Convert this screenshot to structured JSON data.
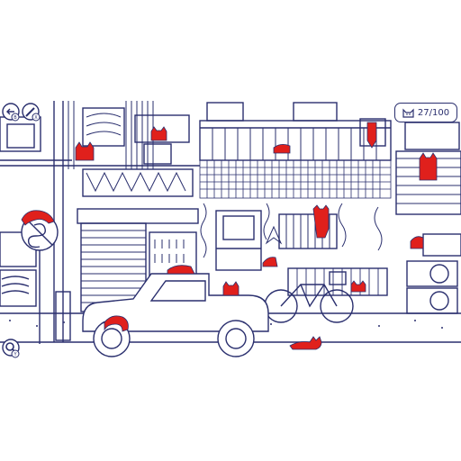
{
  "hud": {
    "cats_found": "27/100",
    "counter_icon": "cat-face-icon",
    "top_left_buttons": [
      {
        "icon": "back-arrow-icon",
        "badge": "B"
      },
      {
        "icon": "magic-wand-icon",
        "badge": "X"
      }
    ],
    "bottom_left_button": {
      "icon": "magnifier-icon",
      "badge": "Y"
    }
  },
  "scene": {
    "line_color": "#2a2f6e",
    "cat_color": "#e0201c",
    "background": "#ffffff",
    "road_sign_icon": "no-parking-sign-icon"
  },
  "cats": [
    {
      "name": "cat-on-shelf"
    },
    {
      "name": "cat-on-balcony-plant"
    },
    {
      "name": "cat-hanging-lantern"
    },
    {
      "name": "cat-on-roof-right"
    },
    {
      "name": "cat-on-sign"
    },
    {
      "name": "cat-on-wall-vine"
    },
    {
      "name": "cat-on-shutter-box"
    },
    {
      "name": "cat-in-car"
    },
    {
      "name": "cat-on-car-wheel"
    },
    {
      "name": "cat-on-road"
    },
    {
      "name": "cat-in-basket"
    },
    {
      "name": "cat-on-ac-unit"
    },
    {
      "name": "cat-on-balcony-rail"
    },
    {
      "name": "cat-on-garden-post"
    }
  ]
}
